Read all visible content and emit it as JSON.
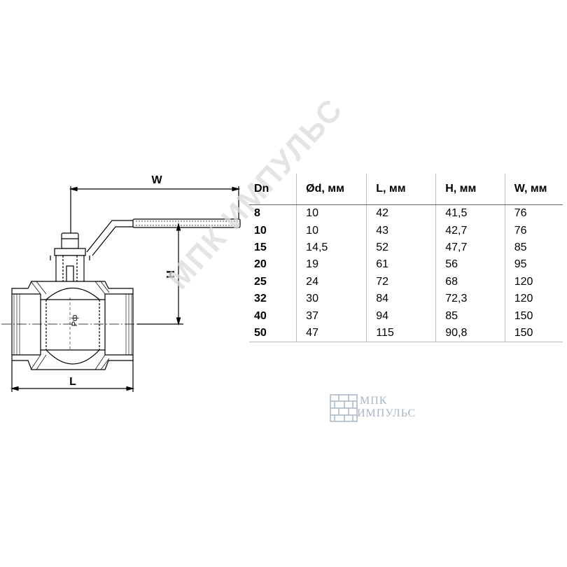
{
  "dimensions": {
    "w_label": "W",
    "h_label": "H",
    "l_label": "L",
    "bore_label": "Рф"
  },
  "table": {
    "headers": [
      "Dn",
      "Ød, мм",
      "L, мм",
      "H, мм",
      "W, мм"
    ],
    "rows": [
      [
        "8",
        "10",
        "42",
        "41,5",
        "76"
      ],
      [
        "10",
        "10",
        "43",
        "42,7",
        "76"
      ],
      [
        "15",
        "14,5",
        "52",
        "47,7",
        "85"
      ],
      [
        "20",
        "19",
        "61",
        "56",
        "95"
      ],
      [
        "25",
        "24",
        "72",
        "68",
        "120"
      ],
      [
        "32",
        "30",
        "84",
        "72,3",
        "120"
      ],
      [
        "40",
        "37",
        "94",
        "85",
        "150"
      ],
      [
        "50",
        "47",
        "115",
        "90,8",
        "150"
      ]
    ]
  },
  "watermark": {
    "diagonal_text": "МПК ИМПУЛЬС",
    "logo_line1": "МПК",
    "logo_line2": "ИМПУЛЬС"
  },
  "colors": {
    "line": "#000000",
    "watermark": "#dcdcdc",
    "logo": "#aab6c4"
  }
}
